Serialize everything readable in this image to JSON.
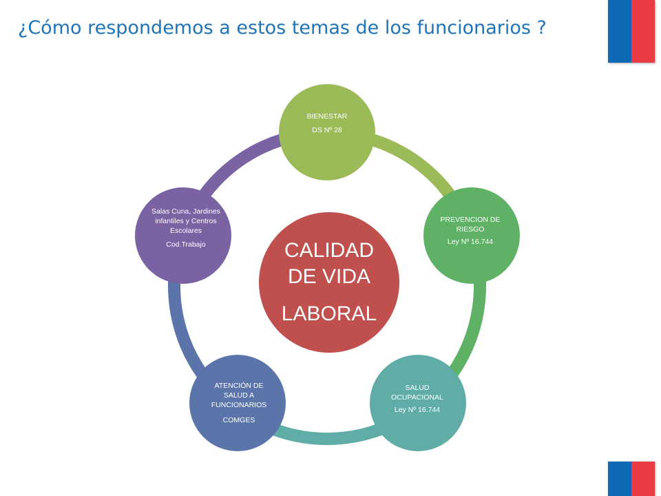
{
  "header": {
    "title": "¿Cómo respondemos a estos temas de los funcionarios ?"
  },
  "brand": {
    "flag_blue": "#0f69b4",
    "flag_red": "#eb3c46"
  },
  "center": {
    "line1": "CALIDAD",
    "line2": "DE VIDA",
    "line3": "LABORAL",
    "color": "#c0504d"
  },
  "nodes": [
    {
      "label": "BIENESTAR",
      "sub": "DS  Nº  28",
      "color": "#9bbb59"
    },
    {
      "label": "PREVENCION  DE RIESGO",
      "sub": "Ley Nº  16.744",
      "color": "#5fb166"
    },
    {
      "label": "SALUD OCUPACIONAL",
      "sub": "Ley Nº  16.744",
      "color": "#5fada6"
    },
    {
      "label": "ATENCIÓN  DE SALUD A FUNCIONARIOS",
      "sub": "COMGES",
      "color": "#5b75aa"
    },
    {
      "label": "Salas Cuna, Jardines infantiles y Centros Escolares",
      "sub": "Cod.Trabajo",
      "color": "#7b62a3"
    }
  ],
  "connectors": [
    {
      "color": "#9bbb59"
    },
    {
      "color": "#5fb166"
    },
    {
      "color": "#5fada6"
    },
    {
      "color": "#5b75aa"
    },
    {
      "color": "#7b62a3"
    }
  ]
}
